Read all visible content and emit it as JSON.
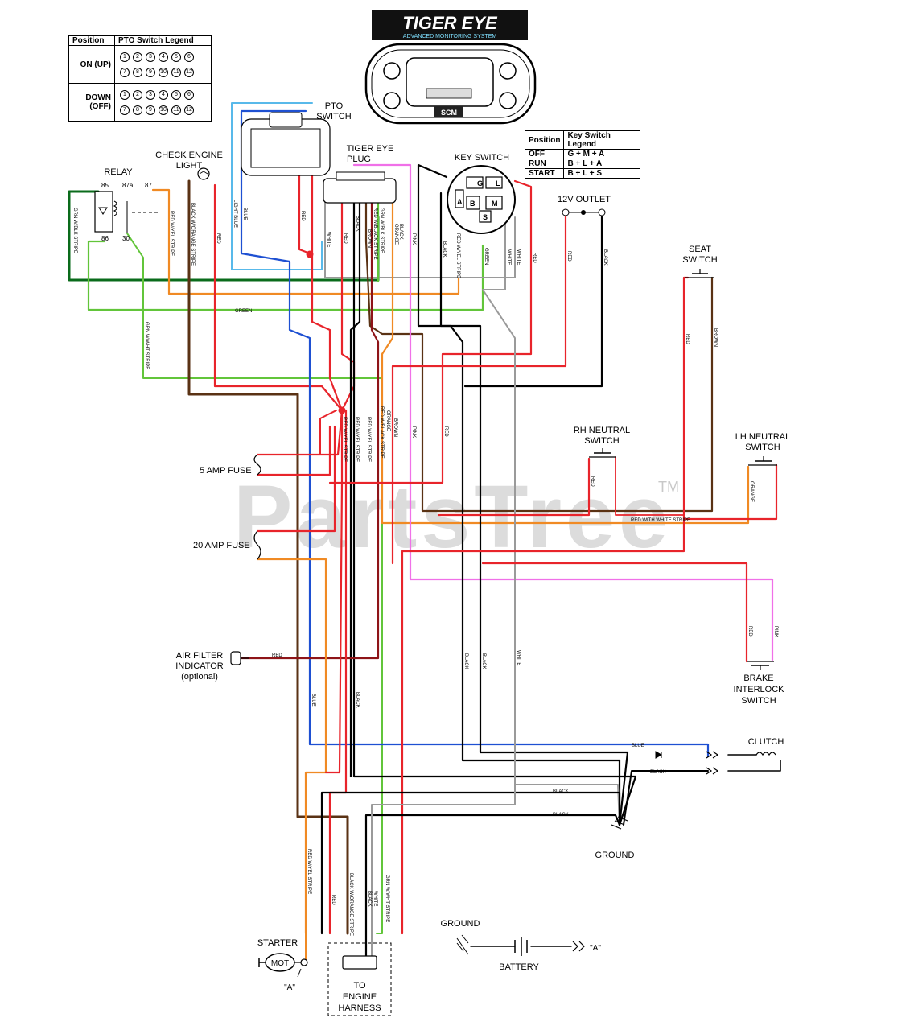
{
  "brand": {
    "logo_text": "TIGER EYE",
    "subtitle": "ADVANCED MONITORING SYSTEM",
    "display_badge": "SCM"
  },
  "pto_legend": {
    "header_position": "Position",
    "header_title": "PTO Switch Legend",
    "rows": [
      {
        "position": "ON (UP)",
        "top_pins": [
          "1",
          "2",
          "3",
          "4",
          "5",
          "6"
        ],
        "bottom_pins": [
          "7",
          "8",
          "9",
          "10",
          "11",
          "12"
        ]
      },
      {
        "position": "DOWN (OFF)",
        "top_pins": [
          "1",
          "2",
          "3",
          "4",
          "5",
          "6"
        ],
        "bottom_pins": [
          "7",
          "8",
          "9",
          "10",
          "11",
          "12"
        ]
      }
    ]
  },
  "key_legend": {
    "header_position": "Position",
    "header_title": "Key Switch Legend",
    "rows": [
      {
        "position": "OFF",
        "value": "G + M + A"
      },
      {
        "position": "RUN",
        "value": "B + L + A"
      },
      {
        "position": "START",
        "value": "B + L + S"
      }
    ]
  },
  "labels": {
    "pto_switch": [
      "PTO",
      "SWITCH"
    ],
    "tiger_eye_plug": [
      "TIGER EYE",
      "PLUG"
    ],
    "key_switch": "KEY SWITCH",
    "outlet": "12V OUTLET",
    "relay": "RELAY",
    "check_engine": [
      "CHECK ENGINE",
      "LIGHT"
    ],
    "seat_switch": [
      "SEAT",
      "SWITCH"
    ],
    "rh_neutral": [
      "RH NEUTRAL",
      "SWITCH"
    ],
    "lh_neutral": [
      "LH NEUTRAL",
      "SWITCH"
    ],
    "brake_interlock": [
      "BRAKE",
      "INTERLOCK",
      "SWITCH"
    ],
    "clutch": "CLUTCH",
    "ground": "GROUND",
    "ground2": "GROUND",
    "battery": "BATTERY",
    "starter": "STARTER",
    "starter_badge": "MOT",
    "starter_ref": "\"A\"",
    "battery_ref": "\"A\"",
    "fuse5": "5 AMP FUSE",
    "fuse20": "20 AMP FUSE",
    "air_filter": [
      "AIR FILTER",
      "INDICATOR",
      "(optional)"
    ],
    "engine_harness": [
      "TO",
      "ENGINE",
      "HARNESS"
    ],
    "watermark": "PartsTree",
    "watermark_tm": "TM"
  },
  "relay_pins": {
    "p85": "85",
    "p87a": "87a",
    "p87": "87",
    "p86": "86",
    "p30": "30"
  },
  "key_terminals": {
    "g": "G",
    "l": "L",
    "a": "A",
    "b": "B",
    "m": "M",
    "s": "S"
  },
  "wire_labels": {
    "grn_wblk": "GRN W/BLK STRIPE",
    "red_wyel": "RED W/YEL STRIPE",
    "blk_worg": "BLACK W/ORANGE STRIPE",
    "red": "RED",
    "blue": "BLUE",
    "light_blue": "LIGHT BLUE",
    "white": "WHITE",
    "black": "BLACK",
    "brown": "BROWN",
    "orange": "ORANGE",
    "pink": "PINK",
    "green": "GREEN",
    "grn_wwht": "GRN W/WHT STRIPE",
    "red_wblk": "RED W/BLACK STRIPE",
    "red_wwht": "RED WITH WHITE STRIPE"
  },
  "colors": {
    "red": "#e8242b",
    "black": "#000000",
    "blue": "#1e50d2",
    "light_blue": "#58b9ea",
    "green": "#62c53a",
    "dark_green": "#0a6b1b",
    "orange": "#f08a24",
    "brown": "#5a3214",
    "pink": "#f070e8",
    "dark_red": "#8e1418",
    "white_wire": "#9a9a9a"
  }
}
